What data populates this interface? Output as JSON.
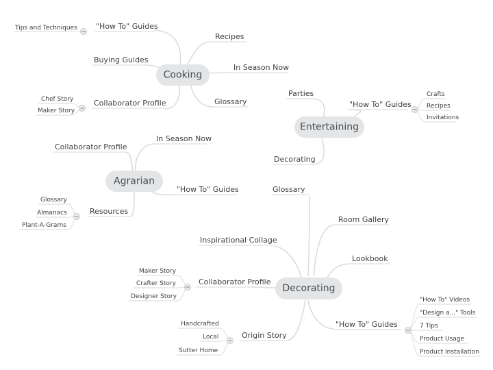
{
  "hubs": {
    "cooking": "Cooking",
    "entertaining": "Entertaining",
    "agrarian": "Agrarian",
    "decorating": "Decorating"
  },
  "cooking": {
    "how_to": "\"How To\" Guides",
    "tips": "Tips and Techniques",
    "recipes": "Recipes",
    "buying": "Buying Guides",
    "in_season": "In Season Now",
    "collab": "Collaborator Profile",
    "chef": "Chef Story",
    "maker": "Maker Story",
    "glossary": "Glossary"
  },
  "entertaining": {
    "parties": "Parties",
    "how_to": "\"How To\" Guides",
    "crafts": "Crafts",
    "recipes": "Recipes",
    "invitations": "Invitations",
    "decorating": "Decorating"
  },
  "agrarian": {
    "in_season": "In Season Now",
    "collab": "Collaborator Profile",
    "how_to": "\"How To\" Guides",
    "resources": "Resources",
    "glossary": "Glossary",
    "almanacs": "Almanacs",
    "plant_a_grams": "Plant-A-Grams"
  },
  "decorating": {
    "glossary": "Glossary",
    "room_gallery": "Room Gallery",
    "inspirational": "Inspirational Collage",
    "lookbook": "Lookbook",
    "collab": "Collaborator Profile",
    "maker": "Maker Story",
    "crafter": "Crafter Story",
    "designer": "Designer Story",
    "how_to": "\"How To\" Guides",
    "videos": "\"How To\" Videos",
    "design_tools": "\"Design a...\" Tools",
    "tips7": "7 Tips",
    "usage": "Product Usage",
    "installation": "Product Installation",
    "origin": "Origin Story",
    "handcrafted": "Handcrafted",
    "local": "Local",
    "sutter": "Sutter Home"
  }
}
